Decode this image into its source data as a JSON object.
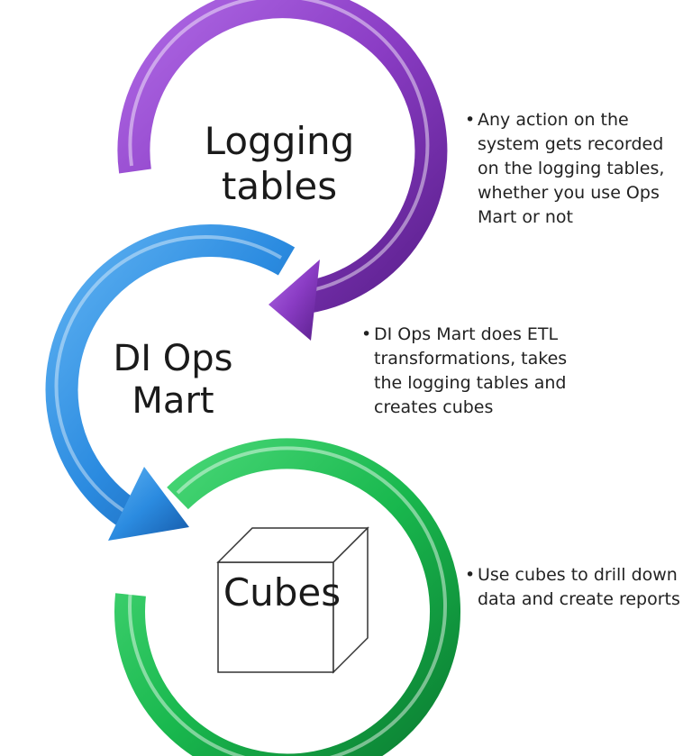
{
  "colors": {
    "logging": "#8a3cc4",
    "logging_dark": "#5a1f8c",
    "opsmart": "#2b8be0",
    "opsmart_dark": "#1559a8",
    "cubes": "#19b84e",
    "cubes_dark": "#0a7a30"
  },
  "stages": {
    "logging": {
      "line1": "Logging",
      "line2": "tables"
    },
    "opsmart": {
      "line1": "DI Ops",
      "line2": "Mart"
    },
    "cubes": {
      "label": "Cubes",
      "icon": "cube-icon"
    }
  },
  "notes": {
    "bullet": "•",
    "logging": "Any action on the system gets recorded on the logging tables, whether you use Ops Mart or not",
    "opsmart": "DI Ops Mart does ETL transformations, takes the logging tables and creates cubes",
    "cubes": "Use cubes to drill down data and create reports"
  }
}
